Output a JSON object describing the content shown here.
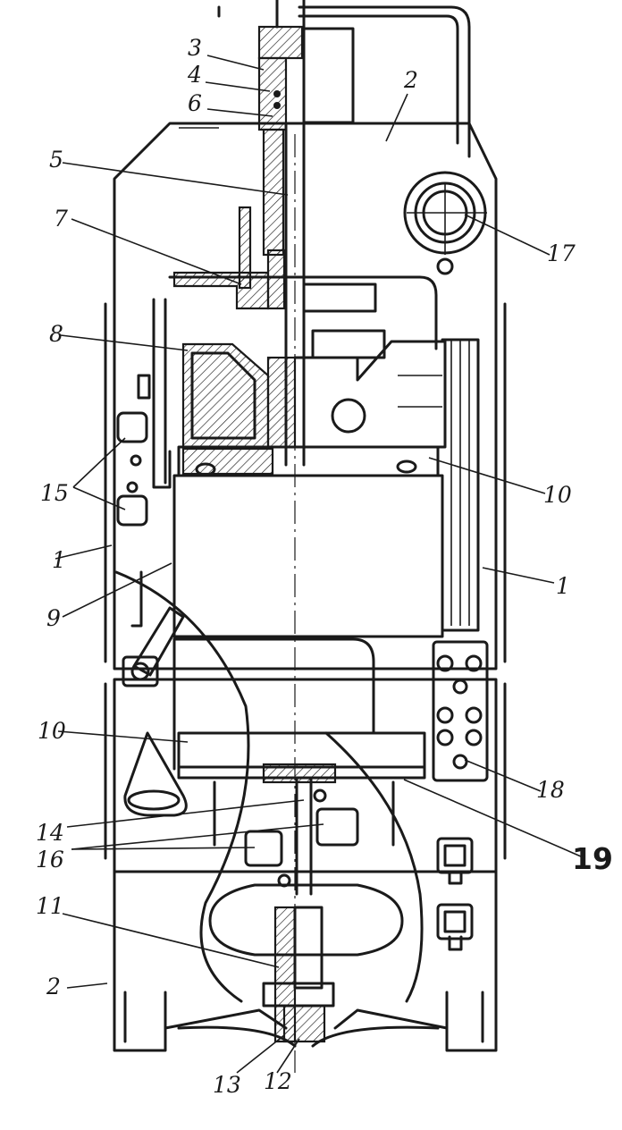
{
  "callouts": [
    {
      "id": "c3",
      "text": "3"
    },
    {
      "id": "c4",
      "text": "4"
    },
    {
      "id": "c6",
      "text": "6"
    },
    {
      "id": "c5",
      "text": "5"
    },
    {
      "id": "c7",
      "text": "7"
    },
    {
      "id": "c8",
      "text": "8"
    },
    {
      "id": "c2top",
      "text": "2"
    },
    {
      "id": "c17",
      "text": "17"
    },
    {
      "id": "c15",
      "text": "15"
    },
    {
      "id": "c1left",
      "text": "1"
    },
    {
      "id": "c9",
      "text": "9"
    },
    {
      "id": "c10right",
      "text": "10"
    },
    {
      "id": "c1right",
      "text": "1"
    },
    {
      "id": "c10left",
      "text": "10"
    },
    {
      "id": "c14",
      "text": "14"
    },
    {
      "id": "c16",
      "text": "16"
    },
    {
      "id": "c11",
      "text": "11"
    },
    {
      "id": "c2bottom",
      "text": "2"
    },
    {
      "id": "c18",
      "text": "18"
    },
    {
      "id": "c19",
      "text": "19"
    },
    {
      "id": "c13",
      "text": "13"
    },
    {
      "id": "c12",
      "text": "12"
    }
  ]
}
